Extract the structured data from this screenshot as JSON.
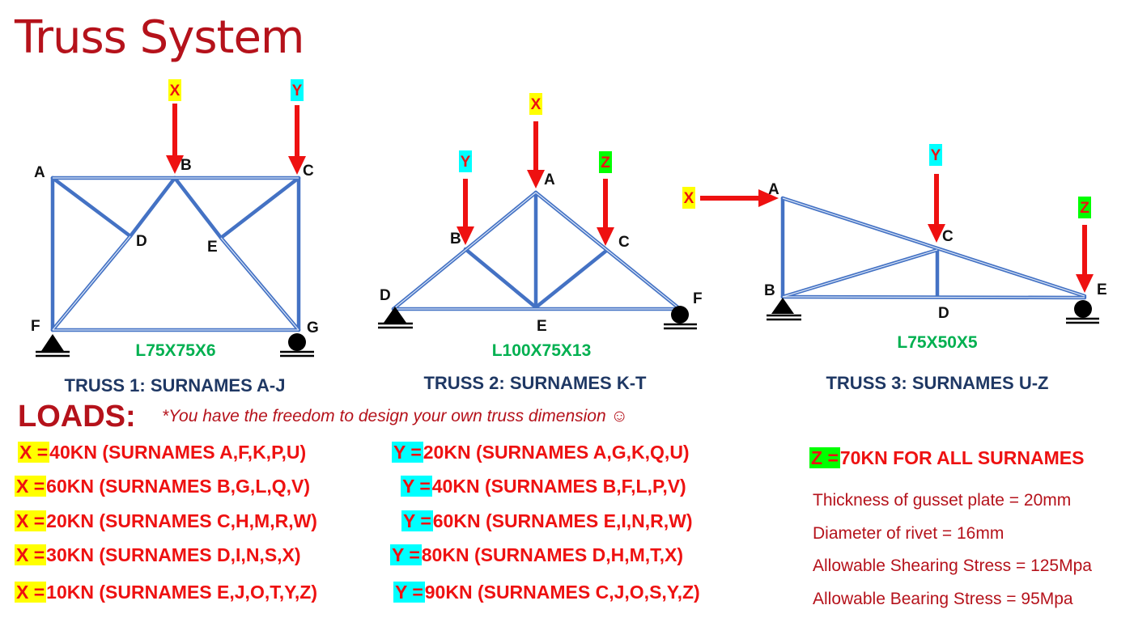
{
  "title": "Truss System",
  "trusses": [
    {
      "title": "TRUSS 1: SURNAMES A-J",
      "section": "L75X75X6",
      "nodes": [
        "A",
        "B",
        "C",
        "D",
        "E",
        "F",
        "G"
      ],
      "loads": [
        "X",
        "Y"
      ]
    },
    {
      "title": "TRUSS 2: SURNAMES K-T",
      "section": "L100X75X13",
      "nodes": [
        "A",
        "B",
        "C",
        "D",
        "E",
        "F"
      ],
      "loads": [
        "Y",
        "X",
        "Z"
      ]
    },
    {
      "title": "TRUSS 3: SURNAMES U-Z",
      "section": "L75X50X5",
      "nodes": [
        "A",
        "B",
        "C",
        "D",
        "E"
      ],
      "loads": [
        "X",
        "Y",
        "Z"
      ]
    }
  ],
  "loads_heading": "LOADS:",
  "note": "*You have the freedom to design your own truss dimension ☺",
  "x_loads": [
    {
      "key": "X =",
      "text": "40KN (SURNAMES A,F,K,P,U)"
    },
    {
      "key": "X =",
      "text": "60KN (SURNAMES B,G,L,Q,V)"
    },
    {
      "key": "X =",
      "text": "20KN (SURNAMES C,H,M,R,W)"
    },
    {
      "key": "X =",
      "text": "30KN (SURNAMES D,I,N,S,X)"
    },
    {
      "key": "X =",
      "text": "10KN (SURNAMES E,J,O,T,Y,Z)"
    }
  ],
  "y_loads": [
    {
      "key": "Y =",
      "text": "20KN (SURNAMES A,G,K,Q,U)"
    },
    {
      "key": "Y =",
      "text": "40KN (SURNAMES B,F,L,P,V)"
    },
    {
      "key": "Y =",
      "text": "60KN (SURNAMES E,I,N,R,W)"
    },
    {
      "key": "Y =",
      "text": "80KN (SURNAMES D,H,M,T,X)"
    },
    {
      "key": "Y =",
      "text": "90KN (SURNAMES C,J,O,S,Y,Z)"
    }
  ],
  "z_load": {
    "key": "Z =",
    "text": "70KN FOR ALL SURNAMES"
  },
  "properties": [
    "Thickness of gusset plate = 20mm",
    "Diameter of rivet = 16mm",
    "Allowable Shearing Stress = 125Mpa",
    "Allowable Bearing Stress = 95Mpa"
  ],
  "colors": {
    "title": "#b5121b",
    "member": "#4472c4",
    "load_arrow": "#ee1111",
    "section_label": "#00b050",
    "truss_title": "#1f3864",
    "x_highlight": "#ffff00",
    "y_highlight": "#00ffff",
    "z_highlight": "#00ff00"
  }
}
